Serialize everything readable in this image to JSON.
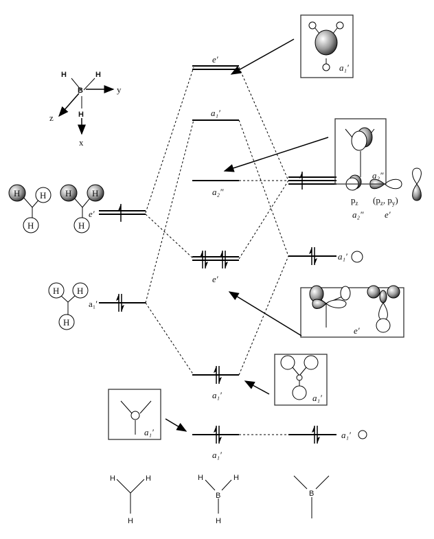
{
  "axes": {
    "boron": "B",
    "hydrogen": "H",
    "x": "x",
    "y": "y",
    "z": "z"
  },
  "mo_levels": {
    "e_antibonding": "e′",
    "a1_antibonding": "a₁′",
    "a2_nonbonding": "a₂″",
    "e_bonding": "e′",
    "a1_bonding": "a₁′",
    "a1_core": "a₁′"
  },
  "h3_fragment": {
    "e_label": "e′",
    "a1_label": "a₁′",
    "atom": "H"
  },
  "boron_orbitals": {
    "p_base": "p",
    "pz_sub": "z",
    "pz_sym": "a₂″",
    "pxy_open": "(p",
    "pxy_sub1": "z",
    "pxy_mid": ", p",
    "pxy_sub2": "y",
    "pxy_close": ")",
    "pxy_sym": "e′",
    "s_sym": "a₁′",
    "core_sym": "a₁′"
  },
  "inset_boxes": {
    "a1_antibonding": "a₁′",
    "a2": "a₂″",
    "e_bonding": "e′",
    "a1_bonding": "a₁′",
    "a1_core": "a₁′"
  },
  "bottom_structures": {
    "h3_atom": "H",
    "bh3_boron": "B",
    "bh3_h": "H",
    "b_atom": "B"
  },
  "colors": {
    "line": "#000000",
    "box": "#333333",
    "shade": "#888888"
  }
}
